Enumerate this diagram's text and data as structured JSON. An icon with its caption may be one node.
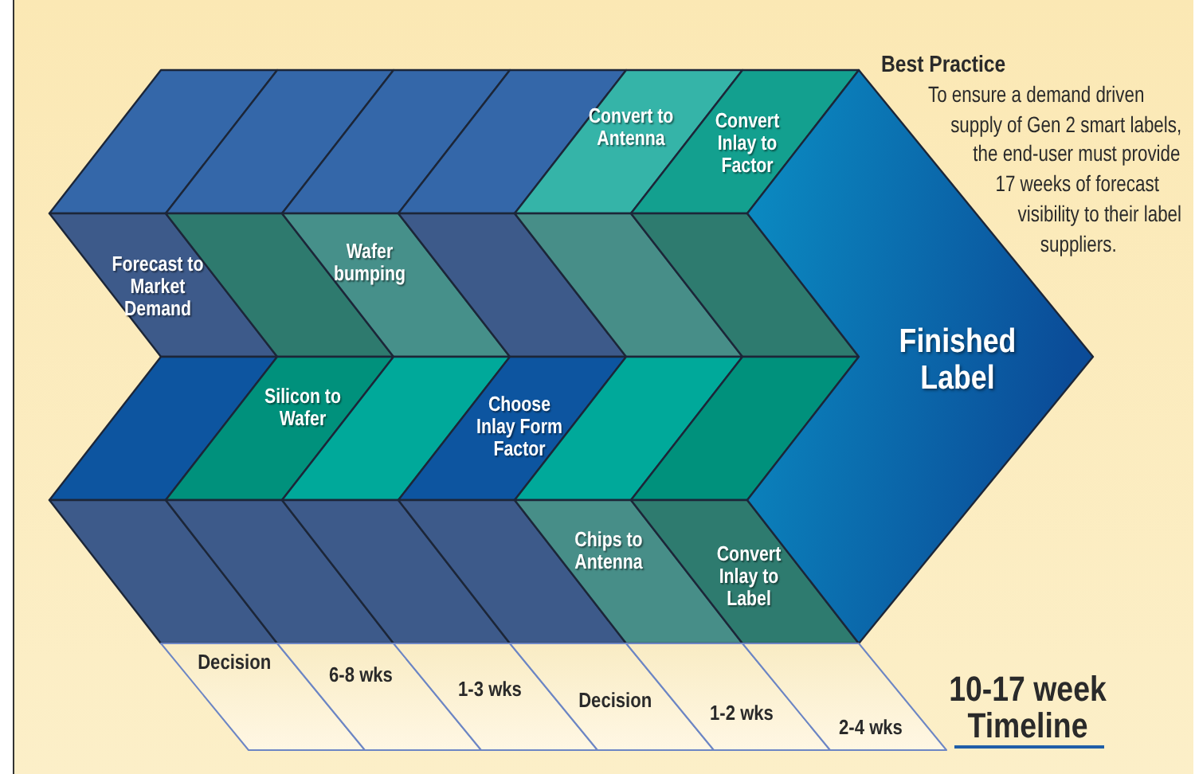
{
  "diagram": {
    "nodes": [
      {
        "text": [],
        "shape": "parallelogram"
      },
      {
        "text": [],
        "shape": "parallelogram"
      },
      {
        "text": [],
        "shape": "parallelogram"
      },
      {
        "text": [],
        "shape": "parallelogram"
      },
      {
        "text": [
          "Convert to Antenna"
        ]
      },
      {
        "text": [
          "Convert Inlay to Factor"
        ]
      },
      {
        "text": [
          "Forecast to Market Demand"
        ]
      },
      {
        "text": [],
        "shape": "parallelogram"
      },
      {
        "text": [
          "Wafer bumping"
        ]
      },
      {
        "text": [],
        "shape": "parallelogram"
      },
      {
        "text": [],
        "shape": "parallelogram"
      },
      {
        "text": [],
        "shape": "parallelogram"
      },
      {
        "text": [],
        "shape": "parallelogram"
      },
      {
        "text": [
          "Silicon to Wafer"
        ]
      },
      {
        "text": [],
        "shape": "parallelogram"
      },
      {
        "text": [
          "Choose Inlay Form Factor"
        ]
      },
      {
        "text": [],
        "shape": "parallelogram"
      },
      {
        "text": [],
        "shape": "parallelogram"
      },
      {
        "text": [],
        "shape": "parallelogram"
      },
      {
        "text": [],
        "shape": "parallelogram"
      },
      {
        "text": [],
        "shape": "parallelogram"
      },
      {
        "text": [],
        "shape": "parallelogram"
      },
      {
        "text": [
          "Chips to Antenna"
        ]
      },
      {
        "text": [
          "Convert Inlay to Label"
        ]
      },
      {
        "text": [
          "Finished Label"
        ]
      },
      {
        "text": [
          "Decision"
        ]
      },
      {
        "text": [
          "6-8 wks"
        ]
      },
      {
        "text": [
          "1-3 wks"
        ]
      },
      {
        "text": [
          "Decision"
        ]
      },
      {
        "text": [
          "1-2 wks"
        ]
      },
      {
        "text": [
          "2-4 wks"
        ]
      }
    ],
    "edges": [],
    "labels": [
      "Best Practice",
      "To ensure a demand driven supply of Gen 2 smart labels, the end-user must provide 17 weeks of forecast visibility to their label suppliers.",
      "10-17 week Timeline"
    ]
  }
}
